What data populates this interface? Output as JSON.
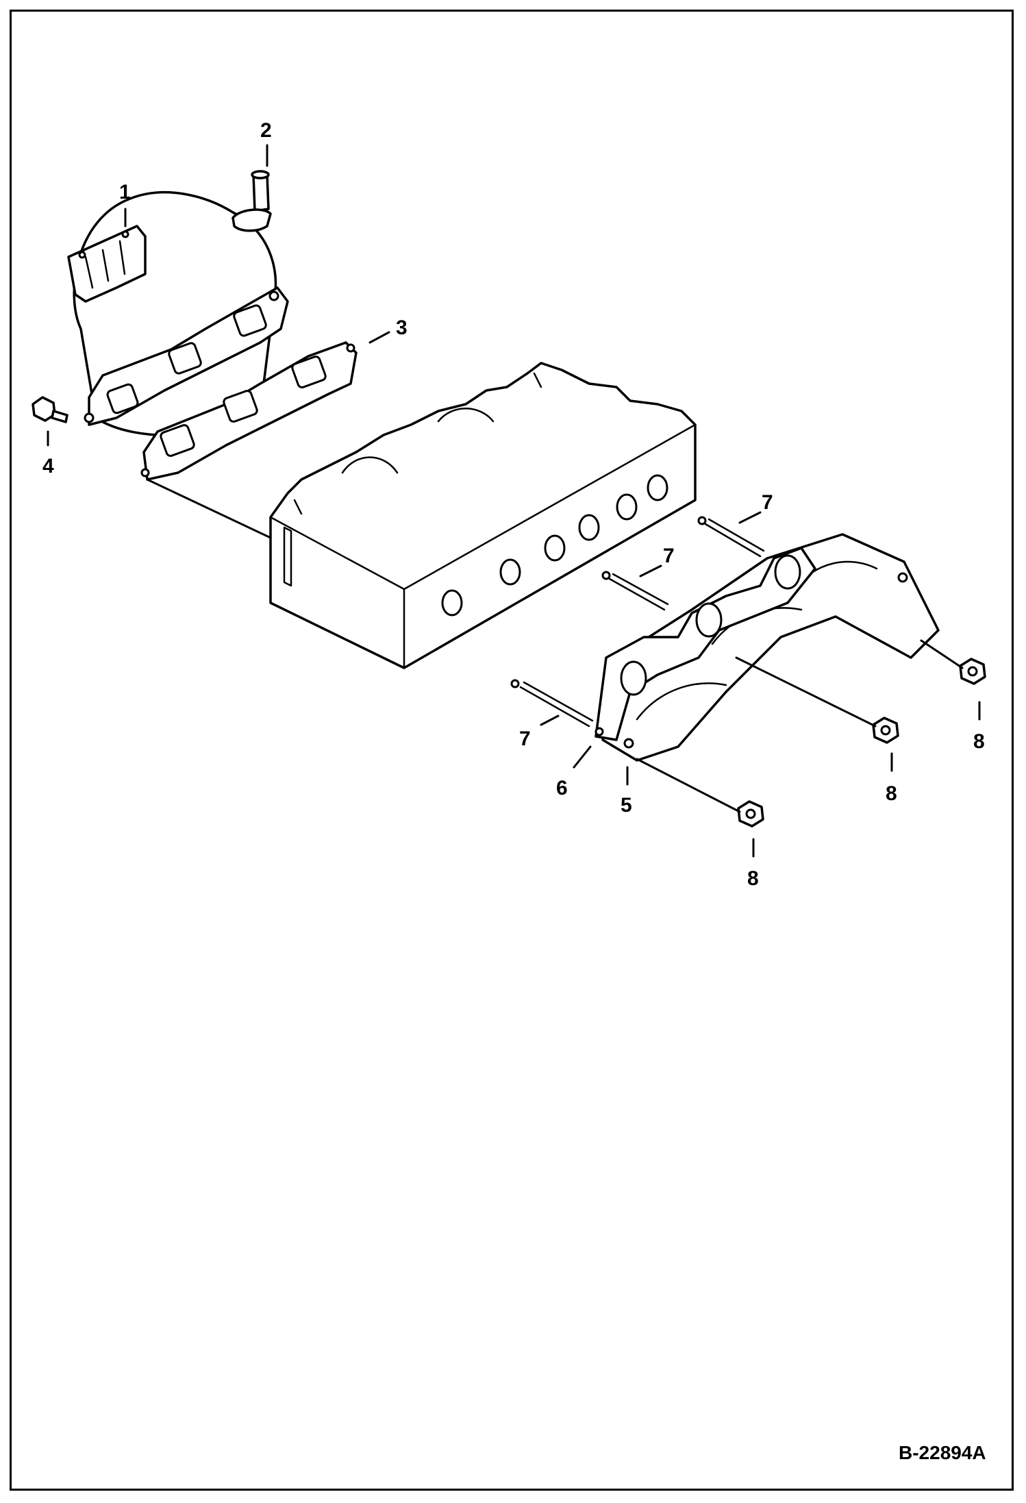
{
  "diagram": {
    "callouts": {
      "c1": "1",
      "c2": "2",
      "c3": "3",
      "c4": "4",
      "c5": "5",
      "c6": "6",
      "c7a": "7",
      "c7b": "7",
      "c7c": "7",
      "c8a": "8",
      "c8b": "8",
      "c8c": "8"
    },
    "reference_number": "B-22894A"
  }
}
